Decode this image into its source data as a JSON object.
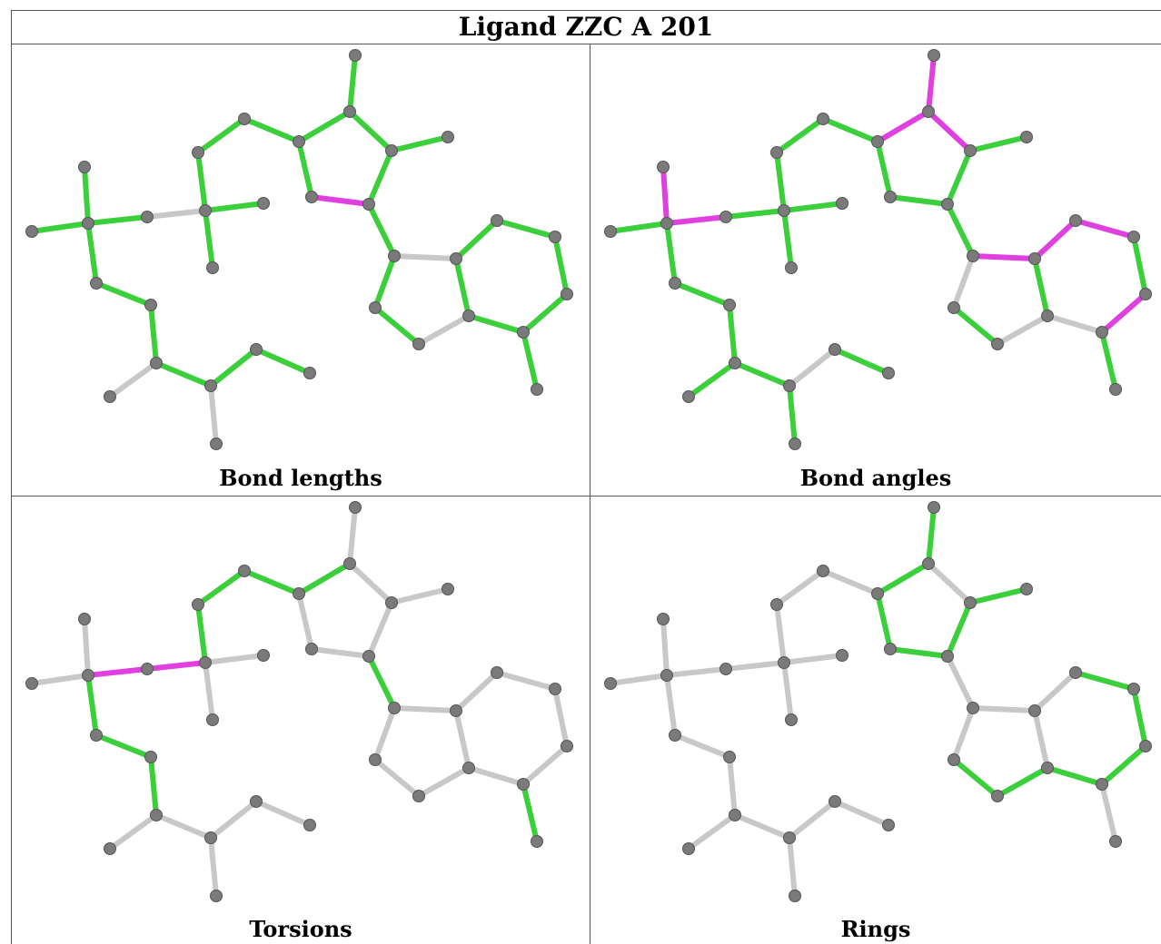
{
  "title": "Ligand ZZC A 201",
  "colors": {
    "good": "#3ccf3c",
    "outlier": "#e040e0",
    "neutral": "#c8c8c8",
    "atom": "#7a7a7a"
  },
  "panels": [
    {
      "caption": "Bond lengths"
    },
    {
      "caption": "Bond angles"
    },
    {
      "caption": "Torsions"
    },
    {
      "caption": "Rings"
    }
  ]
}
